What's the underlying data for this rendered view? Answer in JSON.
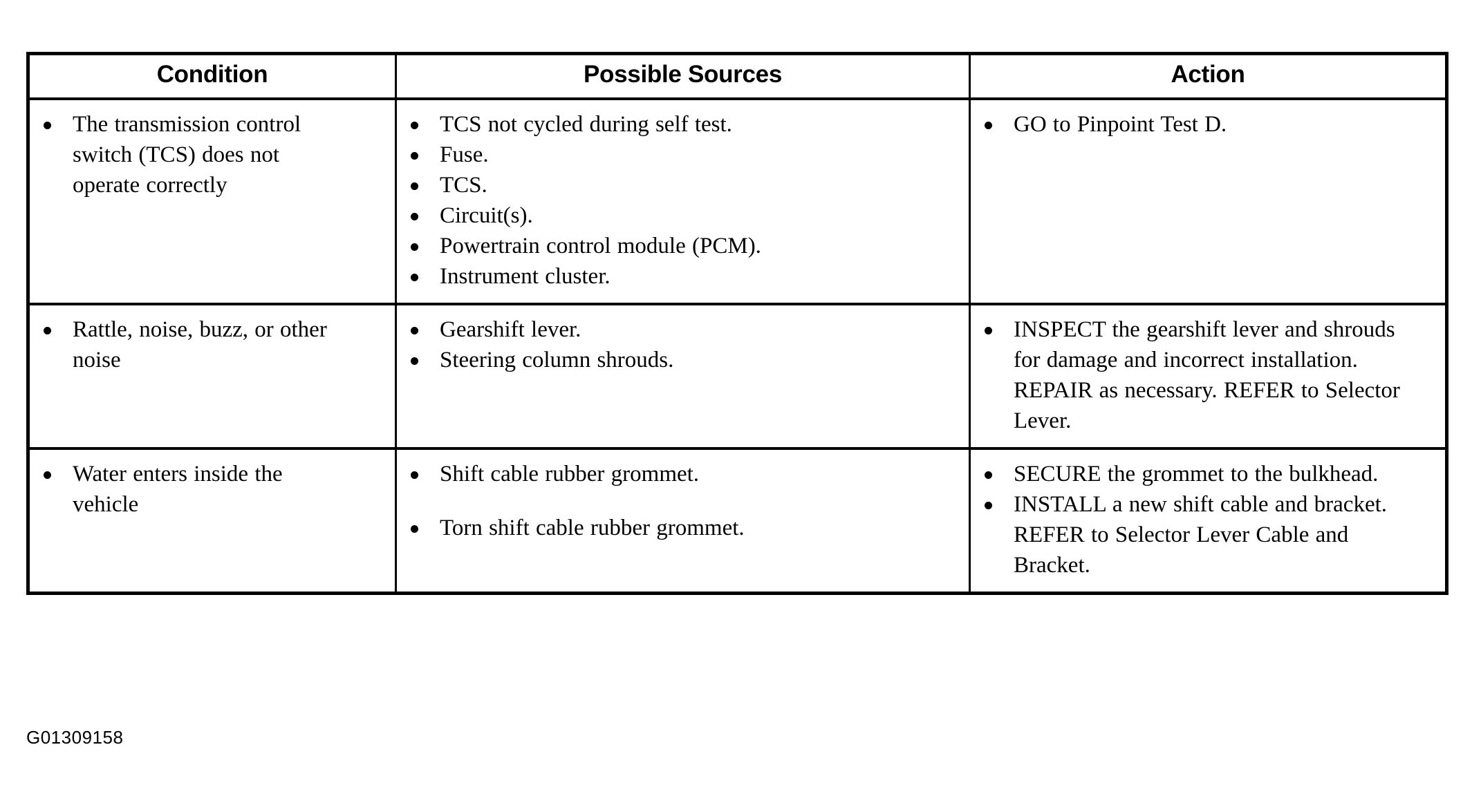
{
  "table": {
    "headers": [
      {
        "label": "Condition"
      },
      {
        "label": "Possible Sources"
      },
      {
        "label": "Action"
      }
    ],
    "rows": [
      {
        "condition": [
          "The transmission control switch (TCS) does not operate correctly"
        ],
        "sources": [
          "TCS not cycled during self test.",
          "Fuse.",
          "TCS.",
          "Circuit(s).",
          "Powertrain control module (PCM).",
          "Instrument cluster."
        ],
        "action": [
          "GO to Pinpoint Test D."
        ]
      },
      {
        "condition": [
          "Rattle, noise, buzz, or other noise"
        ],
        "sources": [
          "Gearshift lever.",
          "Steering column shrouds."
        ],
        "action": [
          "INSPECT the gearshift lever and shrouds for damage and incorrect installation. REPAIR as necessary. REFER to Selector Lever."
        ]
      },
      {
        "condition": [
          "Water enters inside the vehicle"
        ],
        "sources": [
          "Shift cable rubber grommet.",
          "Torn shift cable rubber grommet."
        ],
        "action": [
          "SECURE the grommet to the bulkhead.",
          "INSTALL a new shift cable and bracket. REFER to Selector Lever Cable and Bracket."
        ]
      }
    ]
  },
  "caption": {
    "figure_id": "G01309158"
  },
  "colors": {
    "background": "#ffffff",
    "ink": "#000000",
    "border": "#000000"
  }
}
